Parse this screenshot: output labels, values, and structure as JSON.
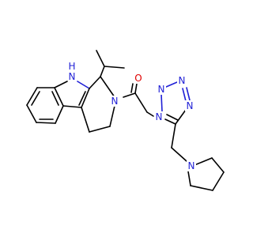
{
  "atoms": {
    "nh": "N\nH",
    "n_ring": "N",
    "o": "O",
    "n_t1": "N",
    "n_t2": "N",
    "n_t3": "N",
    "n_t4": "N",
    "n_pyrr": "N"
  },
  "colors": {
    "bond": "#000000",
    "nitrogen": "#1f1fd6",
    "oxygen": "#e00000",
    "background": "#ffffff"
  }
}
